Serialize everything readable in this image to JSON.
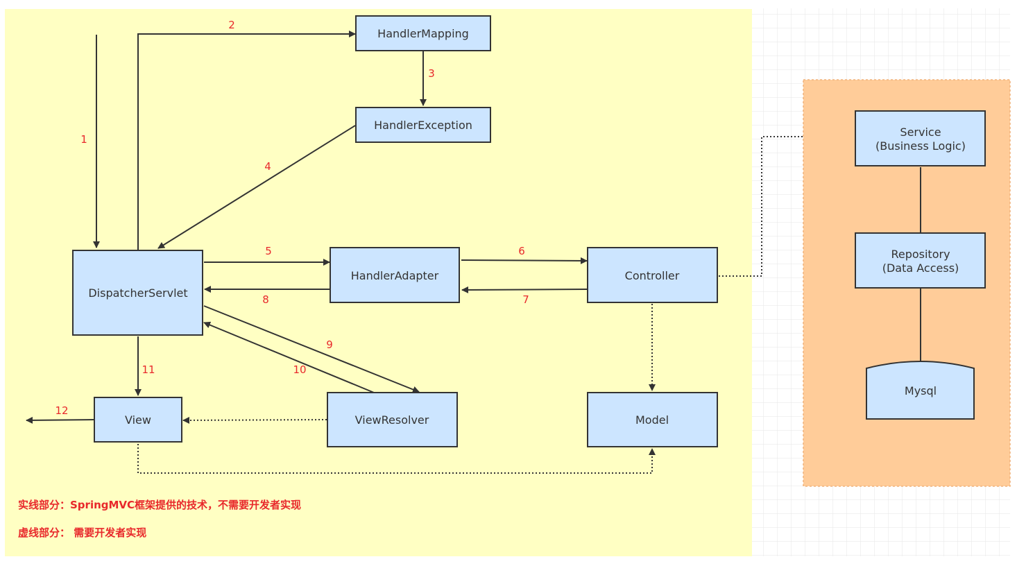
{
  "colors": {
    "main_region": "#ffffc3",
    "data_region": "#ffcc99",
    "box_fill": "#cce5ff",
    "box_stroke": "#333333",
    "step_label": "#e8282b",
    "note_text": "#e8282b",
    "grid_line": "#e6e6e6"
  },
  "nodes": {
    "dispatcher_servlet": "DispatcherServlet",
    "handler_mapping": "HandlerMapping",
    "handler_exception": "HandlerException",
    "handler_adapter": "HandlerAdapter",
    "controller": "Controller",
    "view_resolver": "ViewResolver",
    "view": "View",
    "model": "Model",
    "service_line1": "Service",
    "service_line2": "(Business Logic)",
    "repository_line1": "Repository",
    "repository_line2": "(Data Access)",
    "mysql": "Mysql"
  },
  "steps": [
    "1",
    "2",
    "3",
    "4",
    "5",
    "6",
    "7",
    "8",
    "9",
    "10",
    "11",
    "12"
  ],
  "notes": {
    "solid": "实线部分：SpringMVC框架提供的技术，不需要开发者实现",
    "dashed": "虚线部分： 需要开发者实现"
  }
}
